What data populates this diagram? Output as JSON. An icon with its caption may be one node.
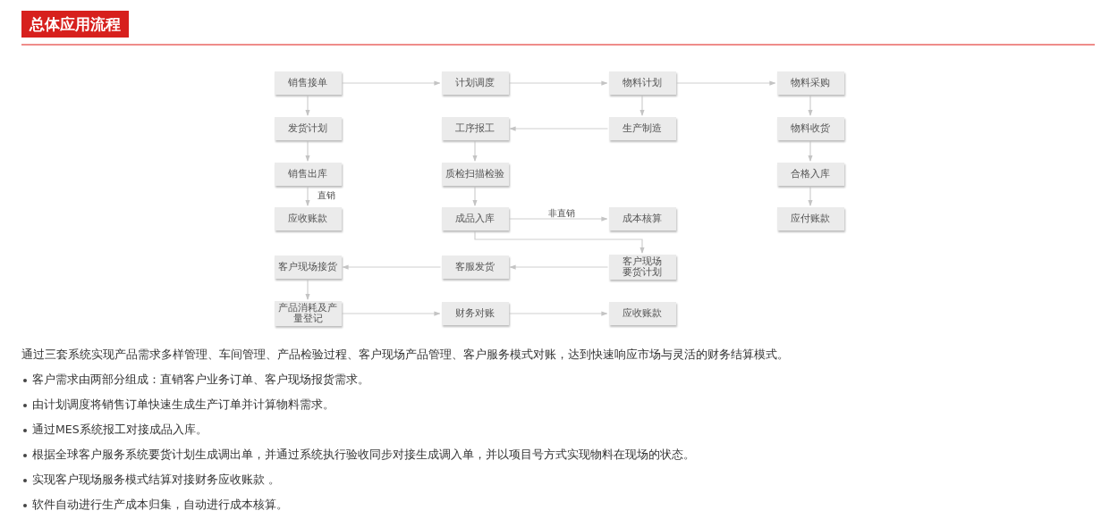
{
  "diagram": {
    "title": "总体应用流程",
    "nodes": [
      {
        "text": [
          "销售接单"
        ]
      },
      {
        "text": [
          "计划调度"
        ]
      },
      {
        "text": [
          "物料计划"
        ]
      },
      {
        "text": [
          "物料采购"
        ]
      },
      {
        "text": [
          "发货计划"
        ]
      },
      {
        "text": [
          "工序报工"
        ]
      },
      {
        "text": [
          "生产制造"
        ]
      },
      {
        "text": [
          "物料收货"
        ]
      },
      {
        "text": [
          "销售出库"
        ]
      },
      {
        "text": [
          "质检扫描检验"
        ]
      },
      {
        "text": [
          "合格入库"
        ]
      },
      {
        "text": [
          "应收账款"
        ]
      },
      {
        "text": [
          "成品入库"
        ]
      },
      {
        "text": [
          "成本核算"
        ]
      },
      {
        "text": [
          "应付账款"
        ]
      },
      {
        "text": [
          "客户现场接货"
        ]
      },
      {
        "text": [
          "客服发货"
        ]
      },
      {
        "text": [
          "客户现场要货计划"
        ]
      },
      {
        "text": [
          "产品消耗及产量登记"
        ]
      },
      {
        "text": [
          "财务对账"
        ]
      },
      {
        "text": [
          "应收账款"
        ]
      }
    ],
    "edges": [
      {
        "from": 0,
        "to": 1,
        "arrow": "to"
      },
      {
        "from": 1,
        "to": 2,
        "arrow": "to"
      },
      {
        "from": 2,
        "to": 3,
        "arrow": "to"
      },
      {
        "from": 0,
        "to": 4,
        "arrow": "to"
      },
      {
        "from": 4,
        "to": 8,
        "arrow": "to"
      },
      {
        "from": 8,
        "to": 11,
        "arrow": "to",
        "label": "直销"
      },
      {
        "from": 2,
        "to": 6,
        "arrow": "to"
      },
      {
        "from": 6,
        "to": 5,
        "arrow": "to"
      },
      {
        "from": 5,
        "to": 9,
        "arrow": "to"
      },
      {
        "from": 9,
        "to": 12,
        "arrow": "to"
      },
      {
        "from": 12,
        "to": 13,
        "arrow": "to",
        "label": "非直销"
      },
      {
        "from": 12,
        "to": 17,
        "arrow": "to"
      },
      {
        "from": 3,
        "to": 7,
        "arrow": "to"
      },
      {
        "from": 7,
        "to": 10,
        "arrow": "to"
      },
      {
        "from": 10,
        "to": 14,
        "arrow": "to"
      },
      {
        "from": 17,
        "to": 16,
        "arrow": "to"
      },
      {
        "from": 16,
        "to": 15,
        "arrow": "to"
      },
      {
        "from": 15,
        "to": 18,
        "arrow": "to"
      },
      {
        "from": 18,
        "to": 19,
        "arrow": "to"
      },
      {
        "from": 19,
        "to": 20,
        "arrow": "to"
      }
    ],
    "labels": [
      "通过三套系统实现产品需求多样管理、车间管理、产品检验过程、客户现场产品管理、客户服务模式对账，达到快速响应市场与灵活的财务结算模式。",
      "客户需求由两部分组成：直销客户业务订单、客户现场报货需求。",
      "由计划调度将销售订单快速生成生产订单并计算物料需求。",
      "通过MES系统报工对接成品入库。",
      "根据全球客户服务系统要货计划生成调出单，并通过系统执行验收同步对接生成调入单，并以项目号方式实现物料在现场的状态。",
      "实现客户现场服务模式结算对接财务应收账款 。",
      "软件自动进行生产成本归集，自动进行成本核算。"
    ]
  }
}
